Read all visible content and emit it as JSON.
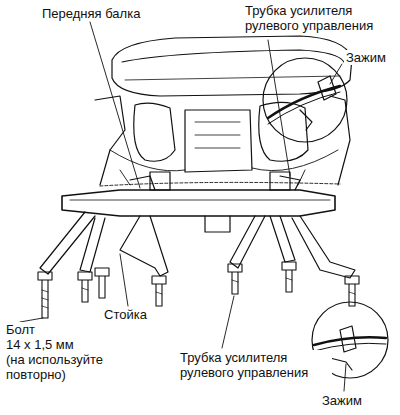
{
  "diagram": {
    "labels": [
      "Передняя балка",
      "Трубка усилителя рулевого управления",
      "Зажим",
      "Болт",
      "14 x 1,5 мм",
      "(на используйте повторно)",
      "Стойка",
      "Трубка усилителя рулевого управления",
      "Зажим"
    ]
  }
}
